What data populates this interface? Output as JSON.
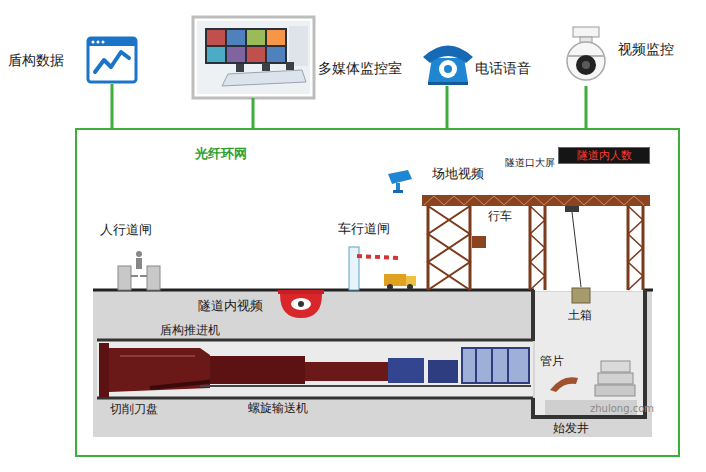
{
  "diagram": {
    "nodes": [
      {
        "text": [
          "盾构数据"
        ]
      },
      {
        "text": [
          "多媒体监控室"
        ]
      },
      {
        "text": [
          "电话语音"
        ]
      },
      {
        "text": [
          "视频监控"
        ]
      },
      {
        "text": [
          "光纤环网"
        ]
      },
      {
        "text": [
          "隧道内人数"
        ],
        "in": 4
      }
    ],
    "edges": [
      {
        "from": 0,
        "to": 4,
        "arrow": "none"
      },
      {
        "from": 1,
        "to": 4,
        "arrow": "none"
      },
      {
        "from": 2,
        "to": 4,
        "arrow": "none"
      },
      {
        "from": 3,
        "to": 4,
        "arrow": "none"
      }
    ],
    "labels": [
      "人行道闸",
      "车行道闸",
      "场地视频",
      "隧道口大屏",
      "行车",
      "隧道内视频",
      "盾构推进机",
      "土箱",
      "管片",
      "切削刀盘",
      "螺旋输送机",
      "始发井",
      "zhulong.com"
    ]
  }
}
